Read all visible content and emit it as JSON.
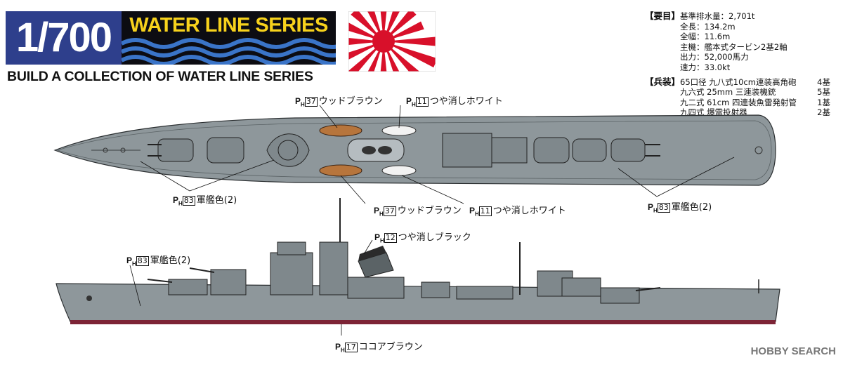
{
  "header": {
    "scale": "1/700",
    "series_title": "WATER LINE SERIES",
    "series_subtitle": "BUILD A COLLECTION OF WATER LINE SERIES"
  },
  "specs": {
    "main_heading": "【要目】",
    "main_items": [
      "基準排水量：2,701t",
      "全長：134.2m",
      "全幅：11.6m",
      "主機：艦本式タービン2基2軸",
      "出力：52,000馬力",
      "速力：33.0kt"
    ],
    "arms_heading": "【兵装】",
    "arms_items": [
      {
        "name": "65口径 九八式10cm連装高角砲",
        "count": "4基"
      },
      {
        "name": "九六式 25mm 三連装機銃",
        "count": "5基"
      },
      {
        "name": "九二式 61cm 四連装魚雷発射管",
        "count": "1基"
      },
      {
        "name": "九四式 爆雷投射器",
        "count": "2基"
      }
    ]
  },
  "paint_labels": {
    "ph_prefix": "P",
    "ph_sub": "H",
    "wood_top": {
      "code": "37",
      "name": "ウッドブラウン"
    },
    "white_top": {
      "code": "11",
      "name": "つや消しホワイト"
    },
    "gray_left": {
      "code": "83",
      "name": "軍艦色(2)"
    },
    "wood_bottom": {
      "code": "37",
      "name": "ウッドブラウン"
    },
    "white_bottom": {
      "code": "11",
      "name": "つや消しホワイト"
    },
    "gray_right": {
      "code": "83",
      "name": "軍艦色(2)"
    },
    "black": {
      "code": "12",
      "name": "つや消しブラック"
    },
    "gray_side": {
      "code": "83",
      "name": "軍艦色(2)"
    },
    "cocoa": {
      "code": "17",
      "name": "ココアブラウン"
    }
  },
  "colors": {
    "scale_block": "#2e3f8c",
    "series_yellow": "#f7d21c",
    "ship_gray": "#8e979b",
    "deck_brown": "#b7753c",
    "hull_red": "#7d2436",
    "flag_red": "#d8102a"
  },
  "watermark": "HOBBY SEARCH"
}
